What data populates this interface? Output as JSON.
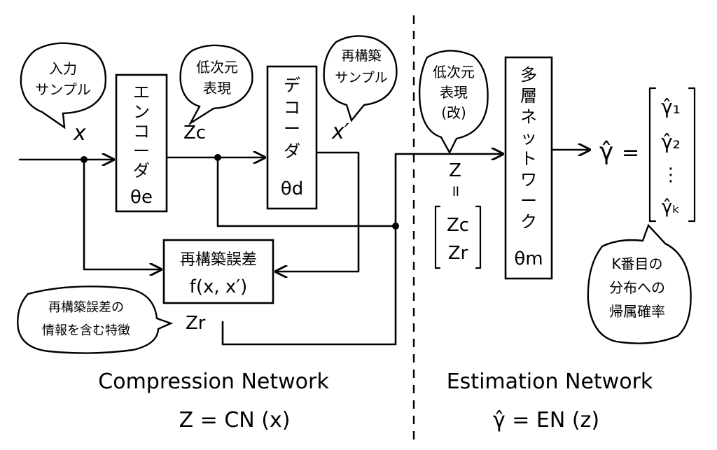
{
  "bubbles": {
    "input_sample": [
      "入力",
      "サンプル"
    ],
    "low_dim_rep": [
      "低次元",
      "表現"
    ],
    "recon_sample": [
      "再構築",
      "サンプル"
    ],
    "low_dim_rep_mod": [
      "低次元",
      "表現",
      "(改)"
    ],
    "recon_error_info": [
      "再構築誤差の",
      "情報を含む特徴"
    ],
    "kth_membership": [
      "K番目の",
      "分布への",
      "帰属確率"
    ]
  },
  "encoder": {
    "name_chars": [
      "エ",
      "ン",
      "コ",
      "ー",
      "ダ"
    ],
    "param": "θe"
  },
  "decoder": {
    "name_chars": [
      "デ",
      "コ",
      "ー",
      "ダ"
    ],
    "param": "θd"
  },
  "mlp": {
    "name_chars": [
      "多",
      "層",
      "ネ",
      "ッ",
      "ト",
      "ワ",
      "ー",
      "ク"
    ],
    "param": "θm"
  },
  "recon_error": {
    "title": "再構築誤差",
    "formula": "f(x, x′)"
  },
  "symbols": {
    "x": "x",
    "zc": "Zc",
    "x_prime": "x′",
    "zr": "Zr",
    "z": "Z",
    "equals_vertical": "॥",
    "z_vector": [
      "Zc",
      "Zr"
    ],
    "gamma_hat": "γ̂",
    "equals": "=",
    "gamma_vector": [
      "γ̂₁",
      "γ̂₂",
      "⋮",
      "γ̂ₖ"
    ]
  },
  "sections": {
    "compression_title": "Compression Network",
    "compression_formula": "Z = CN (x)",
    "estimation_title": "Estimation Network",
    "estimation_formula": "γ̂ = EN (z)"
  }
}
